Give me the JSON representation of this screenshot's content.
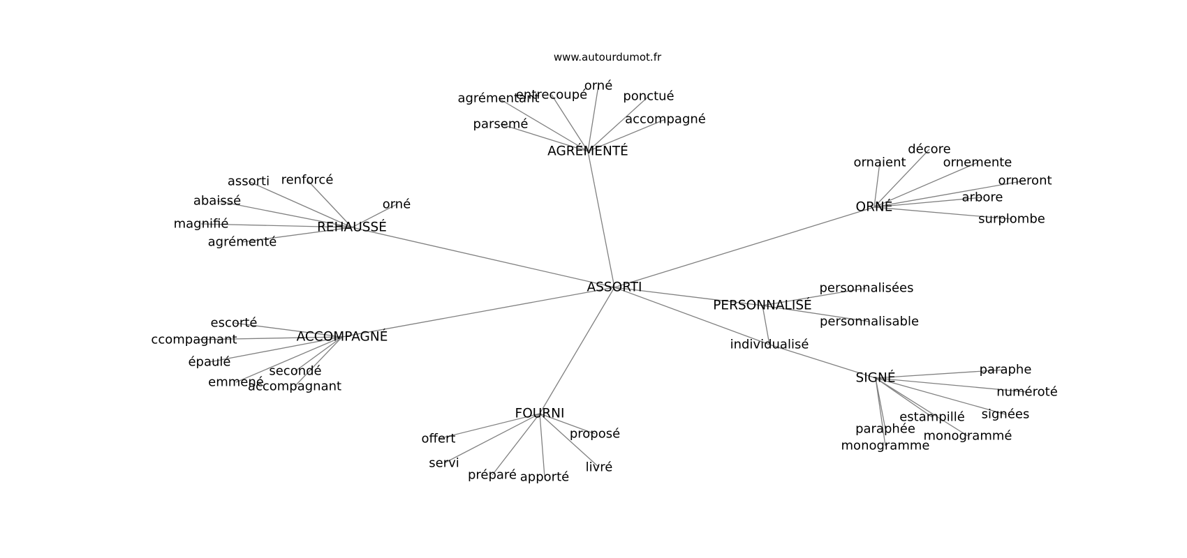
{
  "header": {
    "site": "www.autourdumot.fr"
  },
  "graph": {
    "nodes": [
      {
        "id": "assorti",
        "label": "ASSORTI",
        "kind": "hub"
      },
      {
        "id": "agremente_hub",
        "label": "AGRÉMENTÉ",
        "kind": "hub"
      },
      {
        "id": "rehausse",
        "label": "REHAUSSÉ",
        "kind": "hub"
      },
      {
        "id": "accompagne_hub",
        "label": "ACCOMPAGNÉ",
        "kind": "hub"
      },
      {
        "id": "fourni",
        "label": "FOURNI",
        "kind": "hub"
      },
      {
        "id": "orne_hub",
        "label": "ORNÉ",
        "kind": "hub"
      },
      {
        "id": "personnalise",
        "label": "PERSONNALISÉ",
        "kind": "hub"
      },
      {
        "id": "individualise",
        "label": "individualisé",
        "kind": "leaf"
      },
      {
        "id": "signe",
        "label": "SIGNÉ",
        "kind": "hub"
      },
      {
        "id": "ag_agrementant",
        "label": "agrémentant",
        "kind": "leaf"
      },
      {
        "id": "ag_entrecoupe",
        "label": "entrecoupé",
        "kind": "leaf"
      },
      {
        "id": "ag_orne",
        "label": "orné",
        "kind": "leaf"
      },
      {
        "id": "ag_ponctue",
        "label": "ponctué",
        "kind": "leaf"
      },
      {
        "id": "ag_accompagne",
        "label": "accompagné",
        "kind": "leaf"
      },
      {
        "id": "ag_parseme",
        "label": "parsemé",
        "kind": "leaf"
      },
      {
        "id": "re_assorti",
        "label": "assorti",
        "kind": "leaf"
      },
      {
        "id": "re_renforce",
        "label": "renforcé",
        "kind": "leaf"
      },
      {
        "id": "re_abaisse",
        "label": "abaissé",
        "kind": "leaf"
      },
      {
        "id": "re_orne",
        "label": "orné",
        "kind": "leaf"
      },
      {
        "id": "re_magnifie",
        "label": "magnifié",
        "kind": "leaf"
      },
      {
        "id": "re_agremente",
        "label": "agrémenté",
        "kind": "leaf"
      },
      {
        "id": "ac_escorte",
        "label": "escorté",
        "kind": "leaf"
      },
      {
        "id": "ac_ccompagnant",
        "label": "ccompagnant",
        "kind": "leaf"
      },
      {
        "id": "ac_epaule",
        "label": "épaulé",
        "kind": "leaf"
      },
      {
        "id": "ac_seconde",
        "label": "secondé",
        "kind": "leaf"
      },
      {
        "id": "ac_emmene",
        "label": "emmené",
        "kind": "leaf"
      },
      {
        "id": "ac_accompagnant",
        "label": "accompagnant",
        "kind": "leaf"
      },
      {
        "id": "fo_offert",
        "label": "offert",
        "kind": "leaf"
      },
      {
        "id": "fo_propose",
        "label": "proposé",
        "kind": "leaf"
      },
      {
        "id": "fo_servi",
        "label": "servi",
        "kind": "leaf"
      },
      {
        "id": "fo_prepare",
        "label": "préparé",
        "kind": "leaf"
      },
      {
        "id": "fo_apporte",
        "label": "apporté",
        "kind": "leaf"
      },
      {
        "id": "fo_livre",
        "label": "livré",
        "kind": "leaf"
      },
      {
        "id": "or_decore",
        "label": "décore",
        "kind": "leaf"
      },
      {
        "id": "or_ornaient",
        "label": "ornaient",
        "kind": "leaf"
      },
      {
        "id": "or_ornemente",
        "label": "ornemente",
        "kind": "leaf"
      },
      {
        "id": "or_orneront",
        "label": "orneront",
        "kind": "leaf"
      },
      {
        "id": "or_arbore",
        "label": "arbore",
        "kind": "leaf"
      },
      {
        "id": "or_surplombe",
        "label": "surplombe",
        "kind": "leaf"
      },
      {
        "id": "pe_personnalisees",
        "label": "personnalisées",
        "kind": "leaf"
      },
      {
        "id": "pe_personnalisable",
        "label": "personnalisable",
        "kind": "leaf"
      },
      {
        "id": "si_paraphe",
        "label": "paraphe",
        "kind": "leaf"
      },
      {
        "id": "si_numerote",
        "label": "numéroté",
        "kind": "leaf"
      },
      {
        "id": "si_signees",
        "label": "signées",
        "kind": "leaf"
      },
      {
        "id": "si_estampille",
        "label": "estampillé",
        "kind": "leaf"
      },
      {
        "id": "si_paraphee",
        "label": "paraphée",
        "kind": "leaf"
      },
      {
        "id": "si_monogramme1",
        "label": "monogrammé",
        "kind": "leaf"
      },
      {
        "id": "si_monogramme2",
        "label": "monogramme",
        "kind": "leaf"
      }
    ],
    "edges": [
      [
        "assorti",
        "agremente_hub"
      ],
      [
        "assorti",
        "rehausse"
      ],
      [
        "assorti",
        "accompagne_hub"
      ],
      [
        "assorti",
        "fourni"
      ],
      [
        "assorti",
        "orne_hub"
      ],
      [
        "assorti",
        "personnalise"
      ],
      [
        "assorti",
        "individualise"
      ],
      [
        "personnalise",
        "individualise"
      ],
      [
        "individualise",
        "signe"
      ],
      [
        "agremente_hub",
        "ag_agrementant"
      ],
      [
        "agremente_hub",
        "ag_entrecoupe"
      ],
      [
        "agremente_hub",
        "ag_orne"
      ],
      [
        "agremente_hub",
        "ag_ponctue"
      ],
      [
        "agremente_hub",
        "ag_accompagne"
      ],
      [
        "agremente_hub",
        "ag_parseme"
      ],
      [
        "rehausse",
        "re_assorti"
      ],
      [
        "rehausse",
        "re_renforce"
      ],
      [
        "rehausse",
        "re_abaisse"
      ],
      [
        "rehausse",
        "re_orne"
      ],
      [
        "rehausse",
        "re_magnifie"
      ],
      [
        "rehausse",
        "re_agremente"
      ],
      [
        "accompagne_hub",
        "ac_escorte"
      ],
      [
        "accompagne_hub",
        "ac_ccompagnant"
      ],
      [
        "accompagne_hub",
        "ac_epaule"
      ],
      [
        "accompagne_hub",
        "ac_seconde"
      ],
      [
        "accompagne_hub",
        "ac_emmene"
      ],
      [
        "accompagne_hub",
        "ac_accompagnant"
      ],
      [
        "fourni",
        "fo_offert"
      ],
      [
        "fourni",
        "fo_propose"
      ],
      [
        "fourni",
        "fo_servi"
      ],
      [
        "fourni",
        "fo_prepare"
      ],
      [
        "fourni",
        "fo_apporte"
      ],
      [
        "fourni",
        "fo_livre"
      ],
      [
        "orne_hub",
        "or_decore"
      ],
      [
        "orne_hub",
        "or_ornaient"
      ],
      [
        "orne_hub",
        "or_ornemente"
      ],
      [
        "orne_hub",
        "or_orneront"
      ],
      [
        "orne_hub",
        "or_arbore"
      ],
      [
        "orne_hub",
        "or_surplombe"
      ],
      [
        "personnalise",
        "pe_personnalisees"
      ],
      [
        "personnalise",
        "pe_personnalisable"
      ],
      [
        "signe",
        "si_paraphe"
      ],
      [
        "signe",
        "si_numerote"
      ],
      [
        "signe",
        "si_signees"
      ],
      [
        "signe",
        "si_estampille"
      ],
      [
        "signe",
        "si_paraphee"
      ],
      [
        "signe",
        "si_monogramme1"
      ],
      [
        "signe",
        "si_monogramme2"
      ]
    ]
  }
}
